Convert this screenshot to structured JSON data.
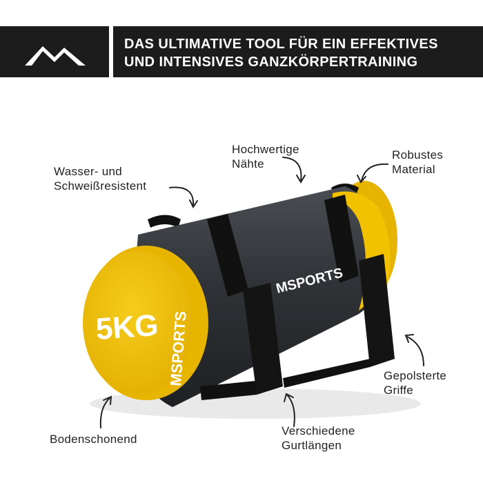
{
  "banner": {
    "logo_icon": "mountain-peaks-icon",
    "title_line1": "DAS ULTIMATIVE TOOL FÜR EIN EFFEKTIVES",
    "title_line2": "UND INTENSIVES GANZKÖRPERTRAINING"
  },
  "product": {
    "weight_label": "5KG",
    "brand_end_cap": "MSPORTS",
    "brand_body": "MSPORTS",
    "colors": {
      "yellow": "#f2c200",
      "yellow_dark": "#d9a900",
      "body": "#2f3236",
      "strap": "#111111"
    }
  },
  "callouts": {
    "wasser_line1": "Wasser- und",
    "wasser_line2": "Schweißresistent",
    "naehte_line1": "Hochwertige",
    "naehte_line2": "Nähte",
    "robust_line1": "Robustes",
    "robust_line2": "Material",
    "griffe_line1": "Gepolsterte",
    "griffe_line2": "Griffe",
    "gurt_line1": "Verschiedene",
    "gurt_line2": "Gurtlängen",
    "boden": "Bodenschonend"
  }
}
